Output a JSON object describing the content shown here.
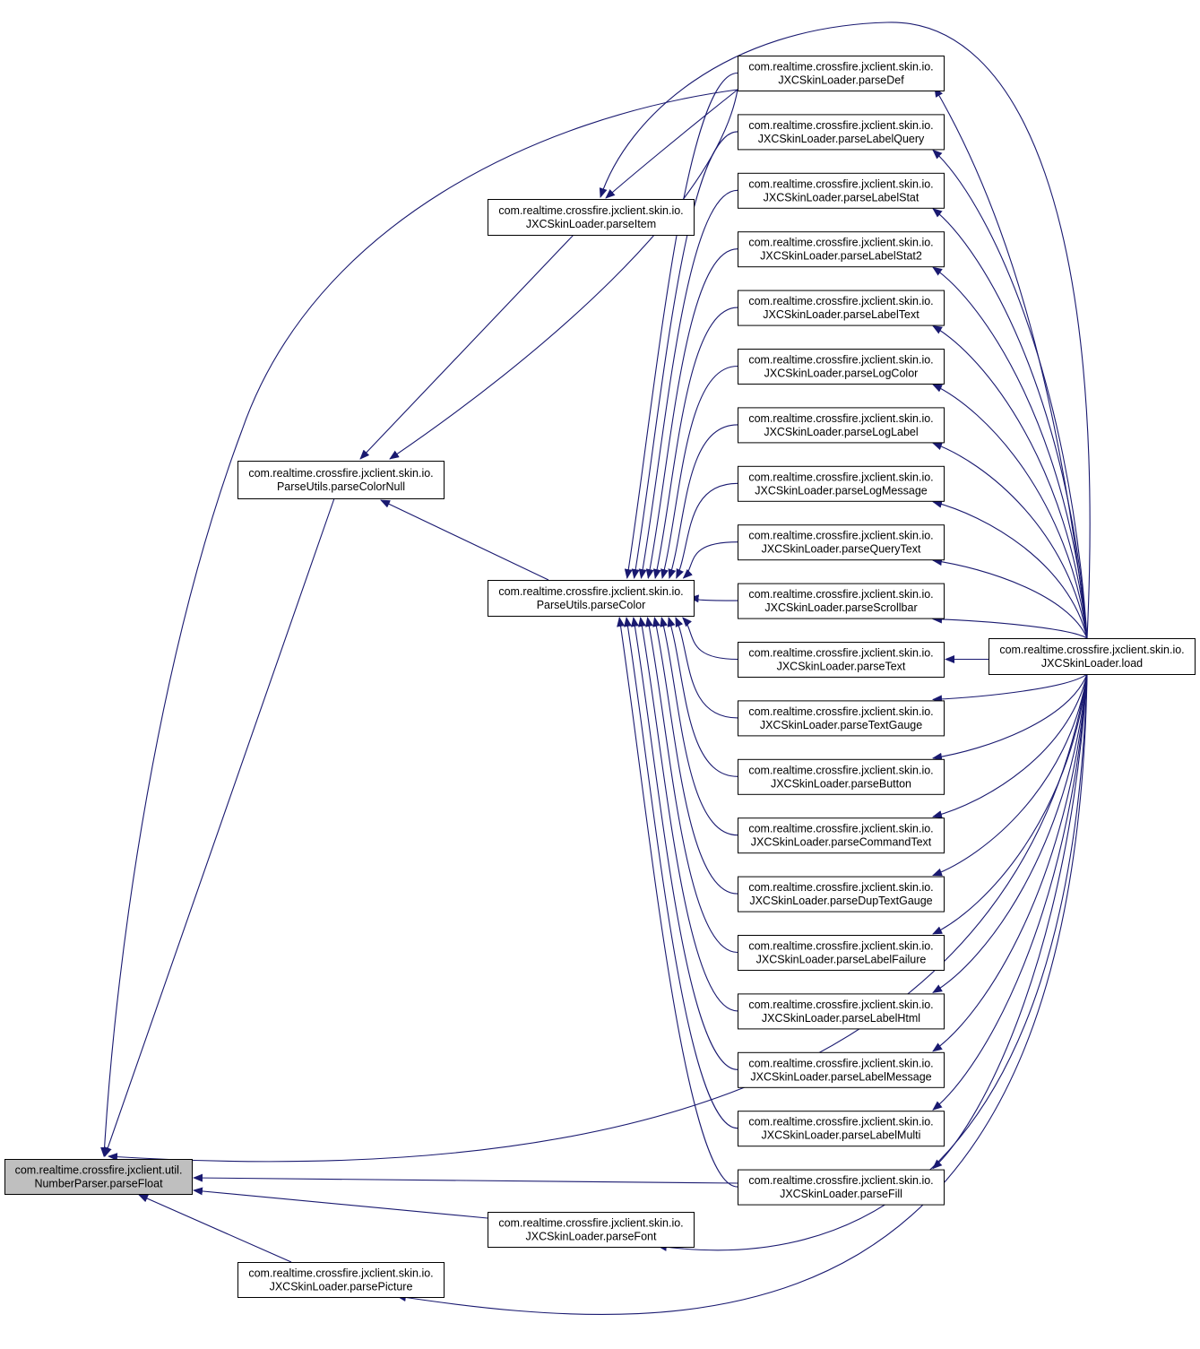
{
  "colors": {
    "edge": "#191970",
    "node_fill": "#ffffff",
    "focus_fill": "#bfbfbf",
    "border": "#000000"
  },
  "nodes": [
    {
      "id": "parseFloat",
      "line1": "com.realtime.crossfire.jxclient.util.",
      "line2": "NumberParser.parseFloat",
      "focus": true
    },
    {
      "id": "parseColorNull",
      "line1": "com.realtime.crossfire.jxclient.skin.io.",
      "line2": "ParseUtils.parseColorNull"
    },
    {
      "id": "parseItem",
      "line1": "com.realtime.crossfire.jxclient.skin.io.",
      "line2": "JXCSkinLoader.parseItem"
    },
    {
      "id": "parseColor",
      "line1": "com.realtime.crossfire.jxclient.skin.io.",
      "line2": "ParseUtils.parseColor"
    },
    {
      "id": "parseFont",
      "line1": "com.realtime.crossfire.jxclient.skin.io.",
      "line2": "JXCSkinLoader.parseFont"
    },
    {
      "id": "parsePicture",
      "line1": "com.realtime.crossfire.jxclient.skin.io.",
      "line2": "JXCSkinLoader.parsePicture"
    },
    {
      "id": "parseDef",
      "line1": "com.realtime.crossfire.jxclient.skin.io.",
      "line2": "JXCSkinLoader.parseDef"
    },
    {
      "id": "parseLabelQuery",
      "line1": "com.realtime.crossfire.jxclient.skin.io.",
      "line2": "JXCSkinLoader.parseLabelQuery"
    },
    {
      "id": "parseLabelStat",
      "line1": "com.realtime.crossfire.jxclient.skin.io.",
      "line2": "JXCSkinLoader.parseLabelStat"
    },
    {
      "id": "parseLabelStat2",
      "line1": "com.realtime.crossfire.jxclient.skin.io.",
      "line2": "JXCSkinLoader.parseLabelStat2"
    },
    {
      "id": "parseLabelText",
      "line1": "com.realtime.crossfire.jxclient.skin.io.",
      "line2": "JXCSkinLoader.parseLabelText"
    },
    {
      "id": "parseLogColor",
      "line1": "com.realtime.crossfire.jxclient.skin.io.",
      "line2": "JXCSkinLoader.parseLogColor"
    },
    {
      "id": "parseLogLabel",
      "line1": "com.realtime.crossfire.jxclient.skin.io.",
      "line2": "JXCSkinLoader.parseLogLabel"
    },
    {
      "id": "parseLogMessage",
      "line1": "com.realtime.crossfire.jxclient.skin.io.",
      "line2": "JXCSkinLoader.parseLogMessage"
    },
    {
      "id": "parseQueryText",
      "line1": "com.realtime.crossfire.jxclient.skin.io.",
      "line2": "JXCSkinLoader.parseQueryText"
    },
    {
      "id": "parseScrollbar",
      "line1": "com.realtime.crossfire.jxclient.skin.io.",
      "line2": "JXCSkinLoader.parseScrollbar"
    },
    {
      "id": "parseText",
      "line1": "com.realtime.crossfire.jxclient.skin.io.",
      "line2": "JXCSkinLoader.parseText"
    },
    {
      "id": "parseTextGauge",
      "line1": "com.realtime.crossfire.jxclient.skin.io.",
      "line2": "JXCSkinLoader.parseTextGauge"
    },
    {
      "id": "parseButton",
      "line1": "com.realtime.crossfire.jxclient.skin.io.",
      "line2": "JXCSkinLoader.parseButton"
    },
    {
      "id": "parseCommandText",
      "line1": "com.realtime.crossfire.jxclient.skin.io.",
      "line2": "JXCSkinLoader.parseCommandText"
    },
    {
      "id": "parseDupTextGauge",
      "line1": "com.realtime.crossfire.jxclient.skin.io.",
      "line2": "JXCSkinLoader.parseDupTextGauge"
    },
    {
      "id": "parseLabelFailure",
      "line1": "com.realtime.crossfire.jxclient.skin.io.",
      "line2": "JXCSkinLoader.parseLabelFailure"
    },
    {
      "id": "parseLabelHtml",
      "line1": "com.realtime.crossfire.jxclient.skin.io.",
      "line2": "JXCSkinLoader.parseLabelHtml"
    },
    {
      "id": "parseLabelMessage",
      "line1": "com.realtime.crossfire.jxclient.skin.io.",
      "line2": "JXCSkinLoader.parseLabelMessage"
    },
    {
      "id": "parseLabelMulti",
      "line1": "com.realtime.crossfire.jxclient.skin.io.",
      "line2": "JXCSkinLoader.parseLabelMulti"
    },
    {
      "id": "parseFill",
      "line1": "com.realtime.crossfire.jxclient.skin.io.",
      "line2": "JXCSkinLoader.parseFill"
    },
    {
      "id": "load",
      "line1": "com.realtime.crossfire.jxclient.skin.io.",
      "line2": "JXCSkinLoader.load"
    }
  ],
  "edges": [
    {
      "from": "parseColorNull",
      "to": "parseFloat"
    },
    {
      "from": "parseDef",
      "to": "parseFloat"
    },
    {
      "from": "parseFill",
      "to": "parseFloat"
    },
    {
      "from": "parseFont",
      "to": "parseFloat"
    },
    {
      "from": "parsePicture",
      "to": "parseFloat"
    },
    {
      "from": "parseItem",
      "to": "parseColorNull"
    },
    {
      "from": "parseColor",
      "to": "parseColorNull"
    },
    {
      "from": "parseDef",
      "to": "parseColorNull"
    },
    {
      "from": "parseDef",
      "to": "parseItem"
    },
    {
      "from": "parseDef",
      "to": "parseColor"
    },
    {
      "from": "parseLabelQuery",
      "to": "parseColor"
    },
    {
      "from": "parseLabelStat",
      "to": "parseColor"
    },
    {
      "from": "parseLabelStat2",
      "to": "parseColor"
    },
    {
      "from": "parseLabelText",
      "to": "parseColor"
    },
    {
      "from": "parseLogColor",
      "to": "parseColor"
    },
    {
      "from": "parseLogLabel",
      "to": "parseColor"
    },
    {
      "from": "parseLogMessage",
      "to": "parseColor"
    },
    {
      "from": "parseQueryText",
      "to": "parseColor"
    },
    {
      "from": "parseScrollbar",
      "to": "parseColor"
    },
    {
      "from": "parseText",
      "to": "parseColor"
    },
    {
      "from": "parseTextGauge",
      "to": "parseColor"
    },
    {
      "from": "parseButton",
      "to": "parseColor"
    },
    {
      "from": "parseCommandText",
      "to": "parseColor"
    },
    {
      "from": "parseDupTextGauge",
      "to": "parseColor"
    },
    {
      "from": "parseLabelFailure",
      "to": "parseColor"
    },
    {
      "from": "parseLabelHtml",
      "to": "parseColor"
    },
    {
      "from": "parseLabelMessage",
      "to": "parseColor"
    },
    {
      "from": "parseLabelMulti",
      "to": "parseColor"
    },
    {
      "from": "parseFill",
      "to": "parseColor"
    },
    {
      "from": "load",
      "to": "parseFloat"
    },
    {
      "from": "load",
      "to": "parseItem"
    },
    {
      "from": "load",
      "to": "parseDef"
    },
    {
      "from": "load",
      "to": "parseLabelQuery"
    },
    {
      "from": "load",
      "to": "parseLabelStat"
    },
    {
      "from": "load",
      "to": "parseLabelStat2"
    },
    {
      "from": "load",
      "to": "parseLabelText"
    },
    {
      "from": "load",
      "to": "parseLogColor"
    },
    {
      "from": "load",
      "to": "parseLogLabel"
    },
    {
      "from": "load",
      "to": "parseLogMessage"
    },
    {
      "from": "load",
      "to": "parseQueryText"
    },
    {
      "from": "load",
      "to": "parseScrollbar"
    },
    {
      "from": "load",
      "to": "parseText"
    },
    {
      "from": "load",
      "to": "parseTextGauge"
    },
    {
      "from": "load",
      "to": "parseButton"
    },
    {
      "from": "load",
      "to": "parseCommandText"
    },
    {
      "from": "load",
      "to": "parseDupTextGauge"
    },
    {
      "from": "load",
      "to": "parseLabelFailure"
    },
    {
      "from": "load",
      "to": "parseLabelHtml"
    },
    {
      "from": "load",
      "to": "parseLabelMessage"
    },
    {
      "from": "load",
      "to": "parseLabelMulti"
    },
    {
      "from": "load",
      "to": "parseFill"
    },
    {
      "from": "load",
      "to": "parseFont"
    },
    {
      "from": "load",
      "to": "parsePicture"
    }
  ]
}
